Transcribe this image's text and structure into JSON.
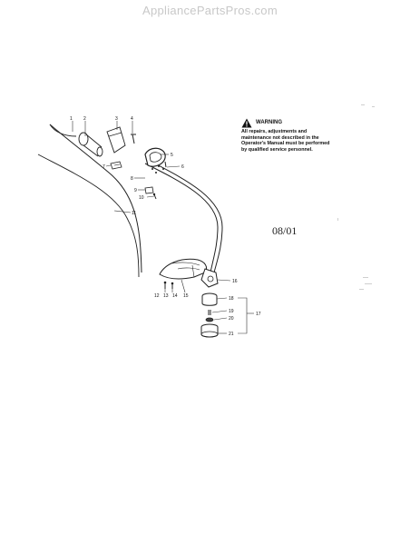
{
  "watermark": "AppliancePartsPros.com",
  "warning": {
    "title": "WARNING",
    "body": "All repairs, adjustments and maintenance not described in the Operator's Manual must be performed by qualified service personnel."
  },
  "date_code": "08/01",
  "callouts": {
    "c1": "1",
    "c2": "2",
    "c3": "3",
    "c4": "4",
    "c5": "5",
    "c6": "6",
    "c7": "7",
    "c8": "8",
    "c9": "9",
    "c10": "10",
    "c11": "11",
    "c12": "12",
    "c13": "13",
    "c14": "14",
    "c15": "15",
    "c16": "16",
    "c17": "17",
    "c18": "18",
    "c19": "19",
    "c20": "20",
    "c21": "21"
  }
}
